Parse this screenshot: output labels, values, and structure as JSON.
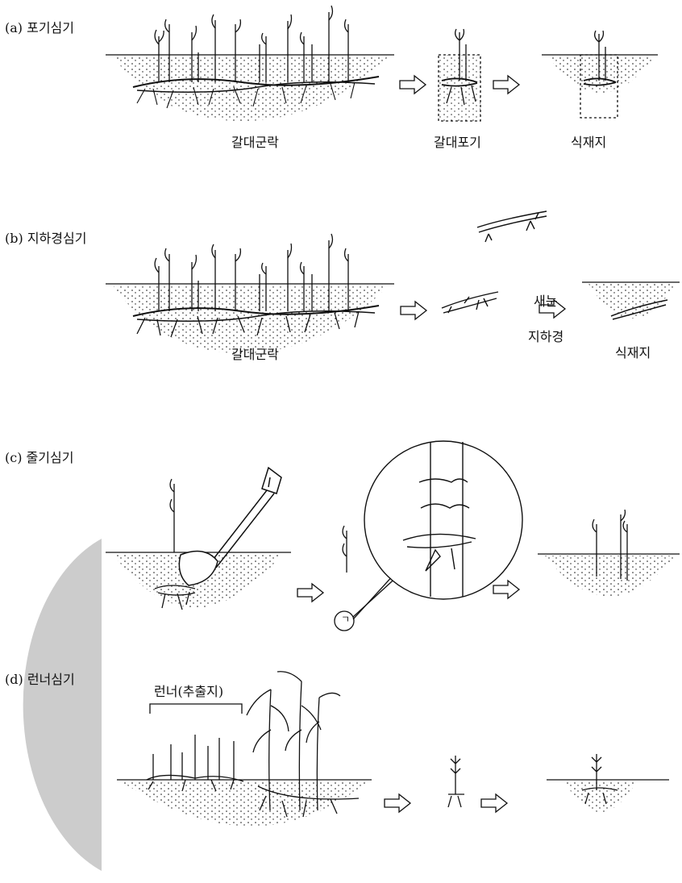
{
  "sections": {
    "a": {
      "title": "(a) 포기심기",
      "labels": {
        "colony": "갈대군락",
        "clump": "갈대포기",
        "site": "식재지"
      }
    },
    "b": {
      "title": "(b) 지하경심기",
      "labels": {
        "colony": "갈대군락",
        "bud": "새눈",
        "rhizome": "지하경",
        "site": "식재지"
      }
    },
    "c": {
      "title": "(c) 줄기심기",
      "labels": {
        "node": "ㄱ"
      }
    },
    "d": {
      "title": "(d) 런너심기",
      "labels": {
        "runner": "런너(추출지)"
      }
    }
  },
  "icons": {
    "arrow": "hollow-right-arrow-icon",
    "shovel": "shovel-icon",
    "magnifier": "magnified-detail-circle",
    "reed": "reed-plant-icon"
  },
  "colors": {
    "ink": "#111111",
    "background_arc": "#cccccc"
  }
}
